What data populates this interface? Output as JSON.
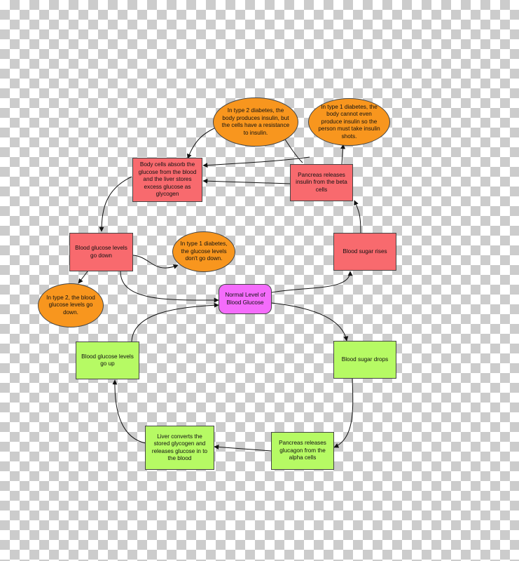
{
  "nodes": {
    "body_cells": "Body cells absorb the glucose from the blood and the liver stores excess glucose as glycogen",
    "type2_resistance": "In type 2 diabetes, the body produces insulin, but the cells have a resistance to insulin.",
    "type1_no_insulin": "In type 1 diabetes, the body cannot even produce insulin so the person must take insulin shots.",
    "pancreas_insulin": "Pancreas releases insulin from the beta cells",
    "levels_down": "Blood glucose levels go down",
    "type1_not_down": "In type 1 diabetes, the glucose levels don't go down.",
    "type2_go_down": "In type 2, the blood glucose levels go down.",
    "normal": "Normal Level of Blood Glucose",
    "sugar_rises": "Blood sugar rises",
    "levels_up": "Blood glucose levels go up",
    "sugar_drops": "Blood sugar drops",
    "liver_converts": "Liver converts the stored glycogen and releases glucose in to the blood",
    "pancreas_glucagon": "Pancreas releases glucagon from the alpha cells"
  },
  "colors": {
    "red": "#f86a6e",
    "green": "#b6fa64",
    "orange": "#f8961e",
    "magenta": "#f46cfb",
    "edge": "#111111"
  }
}
